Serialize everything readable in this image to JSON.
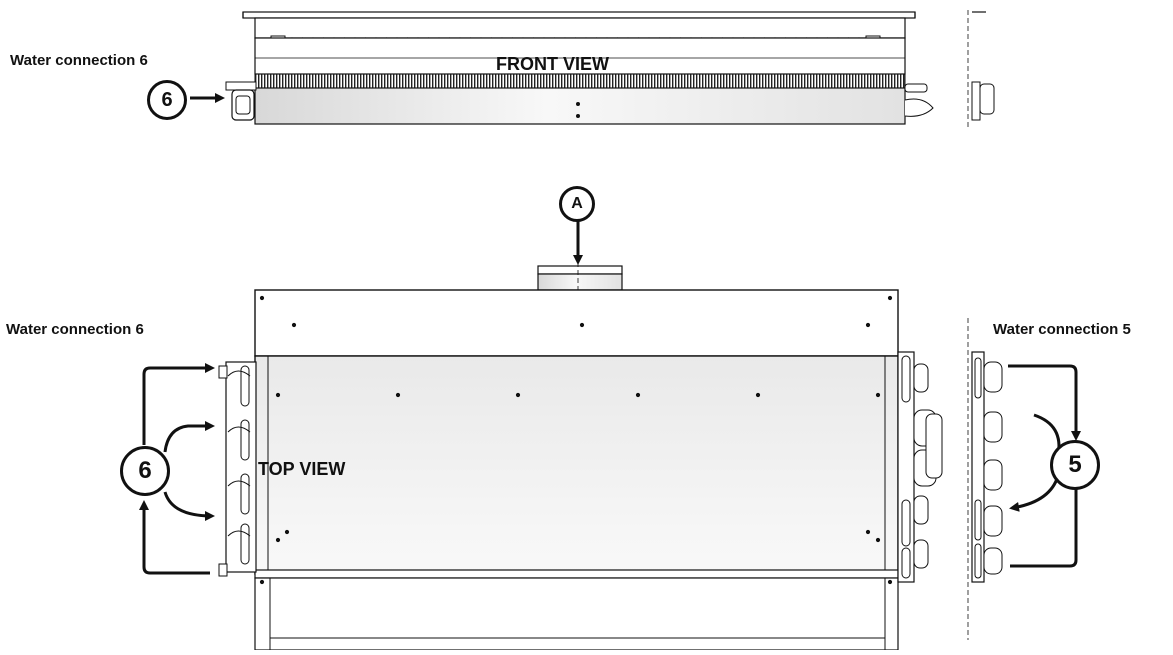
{
  "labels": {
    "front_view": "FRONT VIEW",
    "top_view": "TOP VIEW",
    "water_connection_front_left": "Water connection 6",
    "water_connection_top_left": "Water connection 6",
    "water_connection_top_right": "Water connection 5"
  },
  "callouts": {
    "front_left": "6",
    "top_left": "6",
    "top_right": "5",
    "air_inlet": "A"
  },
  "colors": {
    "line": "#111111",
    "panel_fill": "#e6e6e6",
    "panel_highlight": "#f6f6f6"
  }
}
